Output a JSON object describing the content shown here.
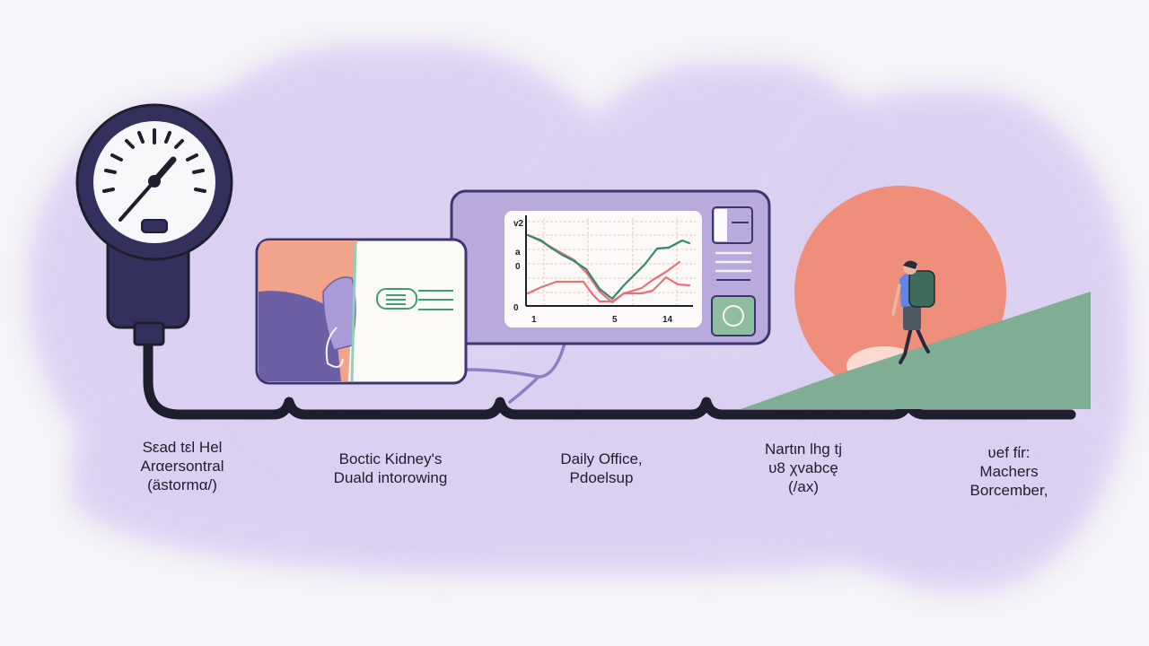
{
  "illustration": {
    "theme": "blood pressure monitoring timeline",
    "colors": {
      "background": "#f6f4f8",
      "wash": "#dcd0f2",
      "ink": "#1e1e2c",
      "gauge_body": "#33305e",
      "panel": "#b9a9dc",
      "coral": "#f08e7c",
      "green": "#7fae94",
      "chart_green": "#2e8a6e",
      "chart_red": "#e8707a"
    }
  },
  "timeline": {
    "milestones": [
      {
        "id": "gauge",
        "lines": [
          "Sεad tεl Hel",
          "Arαersontral",
          "(ästormα/)"
        ]
      },
      {
        "id": "kidney",
        "lines": [
          "Boctic Kidney's",
          "Duald intorowing"
        ]
      },
      {
        "id": "office",
        "lines": [
          "Daily Office,",
          "Pdoelsup"
        ]
      },
      {
        "id": "activity",
        "lines": [
          "Nartιn lhg tj",
          "υ8 χvabcę",
          "(/ax)"
        ]
      },
      {
        "id": "hike",
        "lines": [
          "ʋef fίr:",
          "Machers",
          "Borcember,"
        ]
      }
    ]
  },
  "monitor_panel": {
    "chart_data": {
      "type": "line",
      "title": "",
      "xlabel": "",
      "ylabel": "",
      "x_tick_labels": [
        "1",
        "5",
        "14"
      ],
      "y_tick_labels": [
        "0",
        "0",
        "a",
        "v2"
      ],
      "grid": true,
      "x": [
        0,
        1,
        2,
        3,
        4,
        5,
        6,
        7,
        8,
        9,
        10,
        11
      ],
      "series": [
        {
          "name": "green",
          "color": "#2e8a6e",
          "values": [
            8.2,
            7.5,
            6.8,
            5.6,
            3.2,
            0.6,
            2.2,
            4.2,
            6.2,
            7.0,
            7.3,
            7.4
          ]
        },
        {
          "name": "red-declining",
          "color": "#e8707a",
          "values": [
            8.2,
            7.3,
            6.4,
            5.4,
            3.0,
            0.4,
            1.0,
            1.6,
            2.6,
            3.8,
            5.2,
            null
          ]
        },
        {
          "name": "red-low",
          "color": "#e8707a",
          "values": [
            1.4,
            2.2,
            3.2,
            3.2,
            1.0,
            0.4,
            1.4,
            1.6,
            2.4,
            3.6,
            3.2,
            3.0
          ]
        }
      ],
      "ylim": [
        0,
        10
      ]
    }
  }
}
